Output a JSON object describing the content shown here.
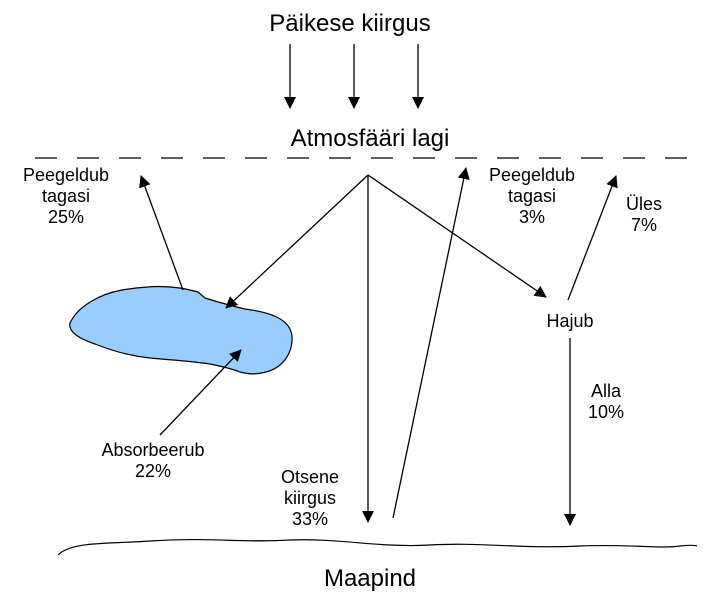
{
  "title": "Päikese kiirgus",
  "atmosphere_top": "Atmosfääri lagi",
  "ground": "Maapind",
  "reflected_cloud": {
    "line1": "Peegeldub",
    "line2": "tagasi",
    "value": "25%"
  },
  "reflected_ground": {
    "line1": "Peegeldub",
    "line2": "tagasi",
    "value": "3%"
  },
  "absorbed": {
    "line1": "Absorbeerub",
    "value": "22%"
  },
  "direct": {
    "line1": "Otsene",
    "line2": "kiirgus",
    "value": "33%"
  },
  "scattered": {
    "label": "Hajub"
  },
  "scattered_up": {
    "label": "Üles",
    "value": "7%"
  },
  "scattered_down": {
    "label": "Alla",
    "value": "10%"
  },
  "colors": {
    "cloud_fill": "#99ccff",
    "stroke": "#000000"
  }
}
